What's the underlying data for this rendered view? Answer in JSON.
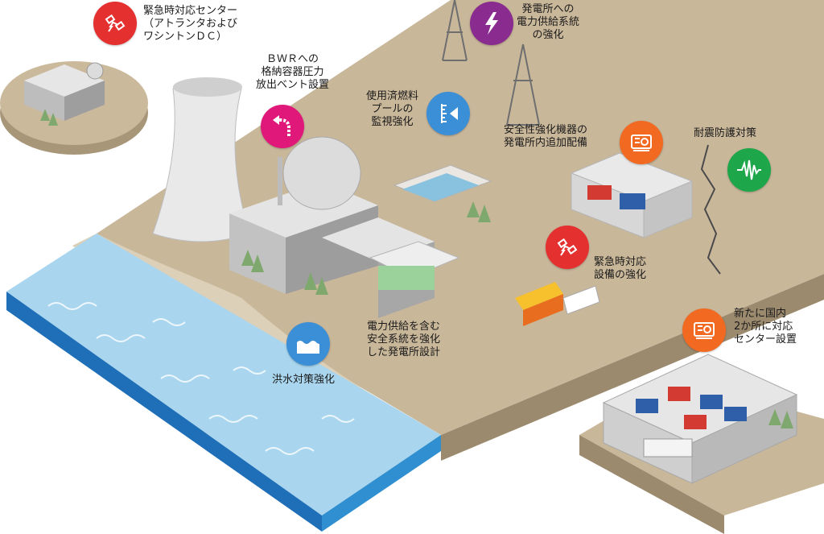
{
  "colors": {
    "red": "#e53030",
    "purple": "#8a2b8f",
    "magenta": "#e0187a",
    "blue": "#3b8fd6",
    "orange": "#f26a21",
    "green": "#1ea64a",
    "ground": "#c9b79a",
    "water": "#2f8fd0"
  },
  "labels": {
    "emergency_center": [
      "緊急時対応センター",
      "（アトランタおよび",
      "ワシントンＤＣ）"
    ],
    "power_supply": [
      "発電所への",
      "電力供給系統",
      "の強化"
    ],
    "bwr_vent": [
      "ＢＷＲへの",
      "格納容器圧力",
      "放出ベント設置"
    ],
    "spent_fuel": [
      "使用済燃料",
      "プールの",
      "監視強化"
    ],
    "safety_equipment": [
      "安全性強化機器の",
      "発電所内追加配備"
    ],
    "seismic": [
      "耐震防護対策"
    ],
    "emergency_equipment": [
      "緊急時対応",
      "設備の強化"
    ],
    "regional_centers": [
      "新たに国内",
      "2か所に対応",
      "センター設置"
    ],
    "safety_design": [
      "電力供給を含む",
      "安全系統を強化",
      "した発電所設計"
    ],
    "flood": [
      "洪水対策強化"
    ]
  },
  "icons": {
    "emergency_center": "satellite-icon",
    "power_supply": "lightning-icon",
    "bwr_vent": "vent-arrow-icon",
    "spent_fuel": "water-level-gauge-icon",
    "safety_equipment": "generator-icon",
    "seismic": "seismograph-icon",
    "emergency_equipment": "satellite-icon",
    "regional_centers": "generator-icon",
    "flood": "flood-wave-icon"
  }
}
